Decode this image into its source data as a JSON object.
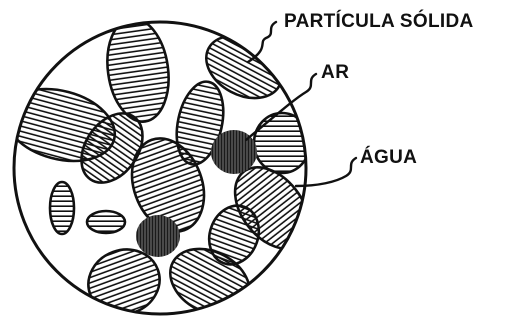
{
  "labels": {
    "solid_particle": "PARTÍCULA SÓLIDA",
    "air": "AR",
    "water": "ÁGUA"
  },
  "colors": {
    "ink": "#111111",
    "background": "#ffffff"
  }
}
